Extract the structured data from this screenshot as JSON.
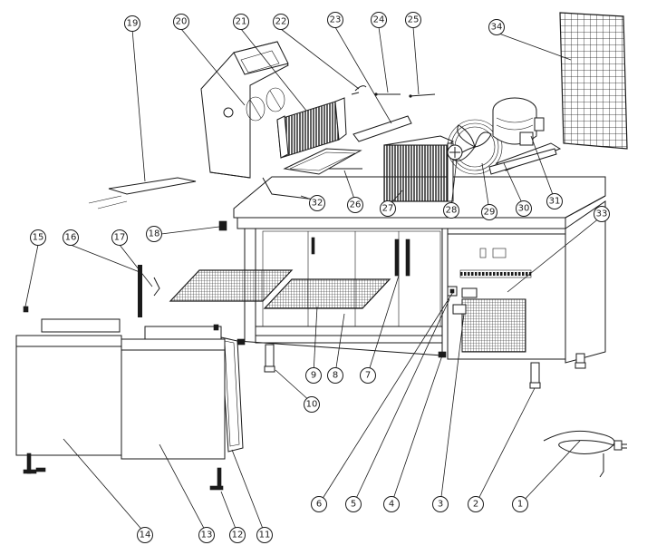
{
  "colors": {
    "line": "#1a1a1a",
    "background": "#ffffff"
  },
  "callouts": [
    {
      "label": "1"
    },
    {
      "label": "2"
    },
    {
      "label": "3"
    },
    {
      "label": "4"
    },
    {
      "label": "5"
    },
    {
      "label": "6"
    },
    {
      "label": "7"
    },
    {
      "label": "8"
    },
    {
      "label": "9"
    },
    {
      "label": "10"
    },
    {
      "label": "11"
    },
    {
      "label": "12"
    },
    {
      "label": "13"
    },
    {
      "label": "14"
    },
    {
      "label": "15"
    },
    {
      "label": "16"
    },
    {
      "label": "17"
    },
    {
      "label": "18"
    },
    {
      "label": "19"
    },
    {
      "label": "20"
    },
    {
      "label": "21"
    },
    {
      "label": "22"
    },
    {
      "label": "23"
    },
    {
      "label": "24"
    },
    {
      "label": "25"
    },
    {
      "label": "26"
    },
    {
      "label": "27"
    },
    {
      "label": "28"
    },
    {
      "label": "29"
    },
    {
      "label": "30"
    },
    {
      "label": "31"
    },
    {
      "label": "32"
    },
    {
      "label": "33"
    },
    {
      "label": "34"
    }
  ]
}
